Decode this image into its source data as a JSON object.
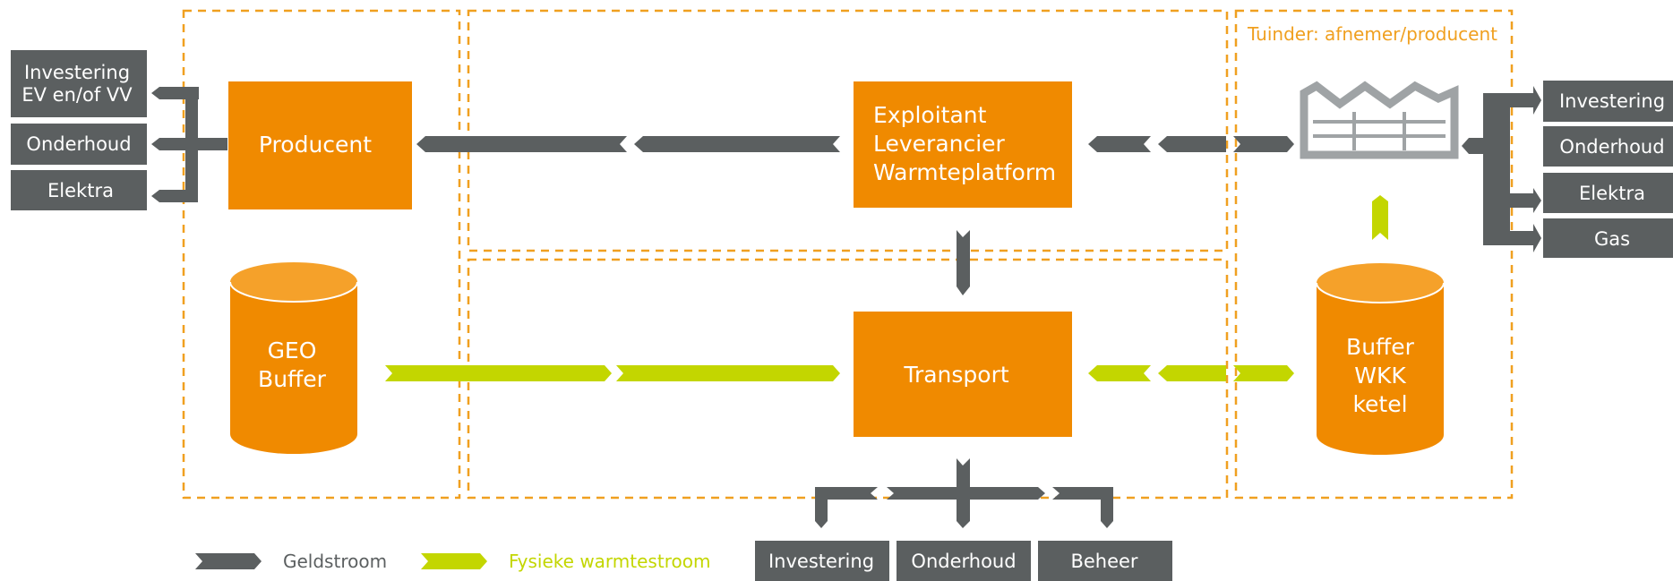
{
  "left_costs": {
    "investering": [
      "Investering",
      "EV en/of VV"
    ],
    "onderhoud": "Onderhoud",
    "elektra": "Elektra"
  },
  "producent": "Producent",
  "geo_buffer": [
    "GEO",
    "Buffer"
  ],
  "exploitant": [
    "Exploitant",
    "Leverancier",
    "Warmteplatform"
  ],
  "transport": "Transport",
  "tuinder_title": "Tuinder: afnemer/producent",
  "buffer_wkk": [
    "Buffer",
    "WKK",
    "ketel"
  ],
  "right_costs": [
    "Investering",
    "Onderhoud",
    "Elektra",
    "Gas"
  ],
  "bottom_costs": [
    "Investering",
    "Onderhoud",
    "Beheer"
  ],
  "legend": {
    "money": "Geldstroom",
    "heat": "Fysieke warmtestroom"
  },
  "colors": {
    "orange": "#f08a00",
    "grey": "#5b5f60",
    "lime": "#c3d600",
    "dash": "#f0a020"
  }
}
